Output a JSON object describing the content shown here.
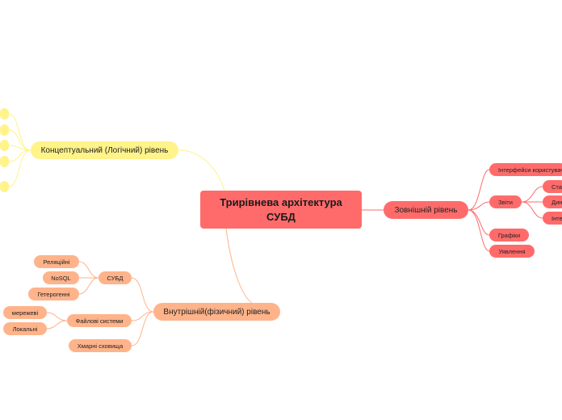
{
  "root": {
    "title": "Трирівнева архітектура СУБД"
  },
  "external": {
    "label": "Зовнішній рівень",
    "children": [
      {
        "label": "Інтерфейси користувача"
      },
      {
        "label": "Звіти",
        "children": [
          {
            "label": "Статичні"
          },
          {
            "label": "Динамічні"
          },
          {
            "label": "Інтерактивні"
          }
        ]
      },
      {
        "label": "Графіки"
      },
      {
        "label": "Уявлення"
      }
    ]
  },
  "internal": {
    "label": "Внутрішній(фізичний) рівень",
    "children": [
      {
        "label": "СУБД",
        "children": [
          {
            "label": "Реляційні"
          },
          {
            "label": "NoSQL"
          },
          {
            "label": "Гетерогенні"
          }
        ]
      },
      {
        "label": "Файлові системи",
        "children": [
          {
            "label": "мережеві"
          },
          {
            "label": "Локальні"
          }
        ]
      },
      {
        "label": "Хмарні сховища"
      }
    ]
  },
  "conceptual": {
    "label": "Концептуальний (Логічний) рівень",
    "children": [
      {
        "label": ""
      },
      {
        "label": ""
      },
      {
        "label": ""
      },
      {
        "label": ""
      },
      {
        "label": ""
      }
    ]
  },
  "colors": {
    "external": "#ff6b6b",
    "internal": "#ffb38a",
    "conceptual": "#fff38a"
  }
}
